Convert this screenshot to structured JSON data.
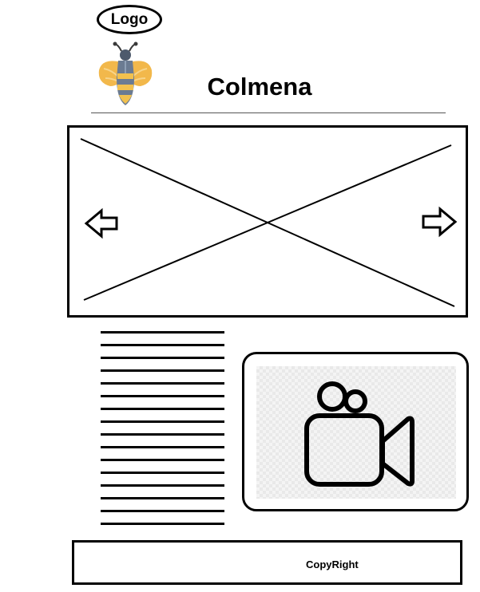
{
  "header": {
    "logo_label": "Logo",
    "site_title": "Colmena"
  },
  "carousel": {
    "prev_icon": "arrow-left-icon",
    "next_icon": "arrow-right-icon"
  },
  "media": {
    "icon": "video-camera-icon"
  },
  "footer": {
    "copyright": "CopyRight"
  },
  "colors": {
    "bee_wing": "#f2b84b",
    "bee_body": "#6b7b92",
    "bee_stripe": "#f2c14e"
  }
}
